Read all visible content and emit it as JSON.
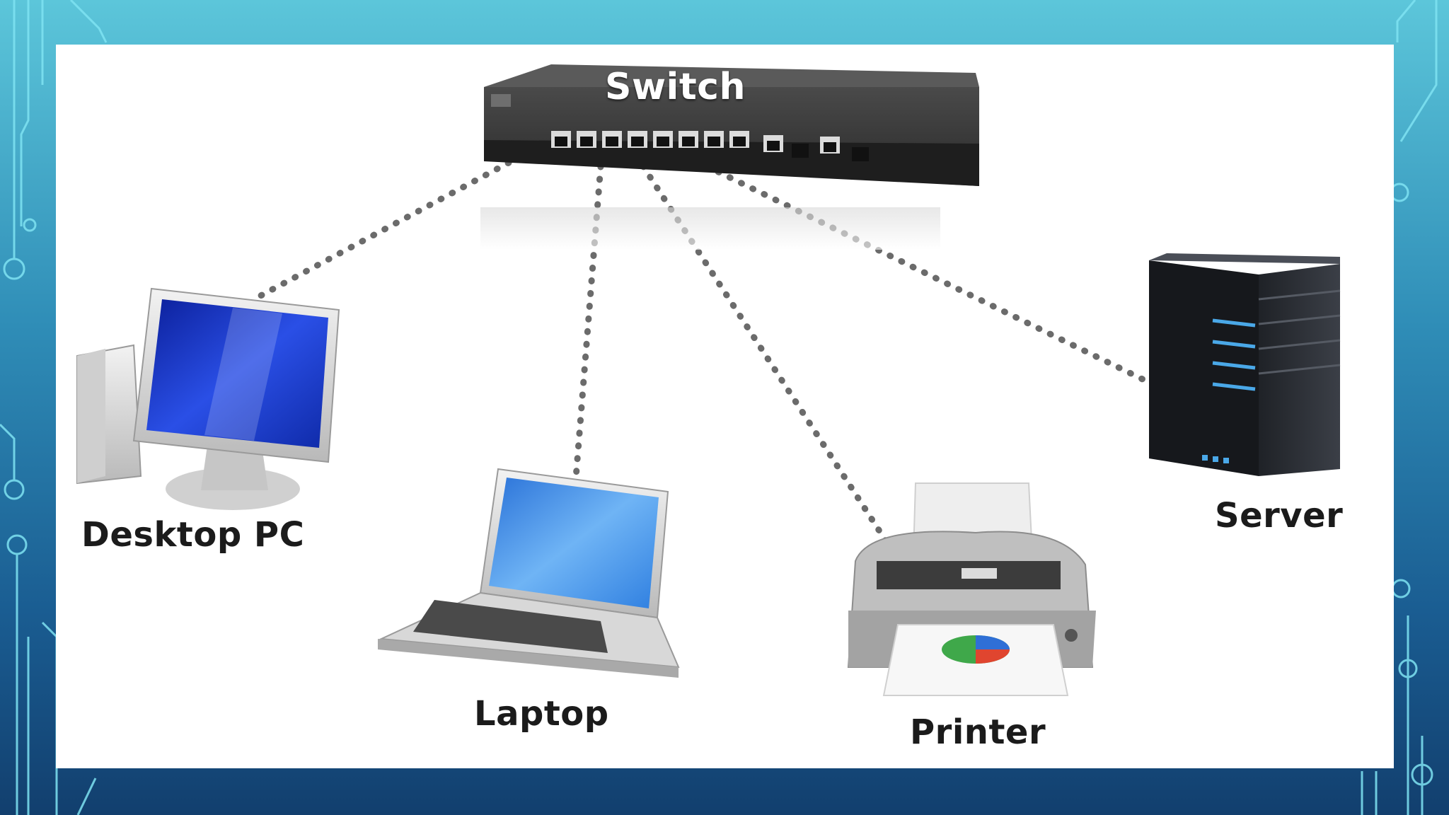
{
  "diagram": {
    "switch_label": "Switch",
    "devices": {
      "desktop_label": "Desktop PC",
      "laptop_label": "Laptop",
      "printer_label": "Printer",
      "server_label": "Server"
    }
  },
  "colors": {
    "background_top": "#5cc6da",
    "background_bottom": "#123f6e",
    "circuit_lines": "#7fe3f2",
    "panel": "#ffffff",
    "connector_dots": "#6b6b6b",
    "monitor_screen": "#1f3fcf",
    "laptop_screen": "#3f8fe8",
    "switch_body": "#2a2a2a",
    "server_body": "#2c2f36",
    "server_accent": "#4aa8e8"
  },
  "icons": [
    "switch-icon",
    "desktop-pc-icon",
    "laptop-icon",
    "printer-icon",
    "server-icon"
  ]
}
